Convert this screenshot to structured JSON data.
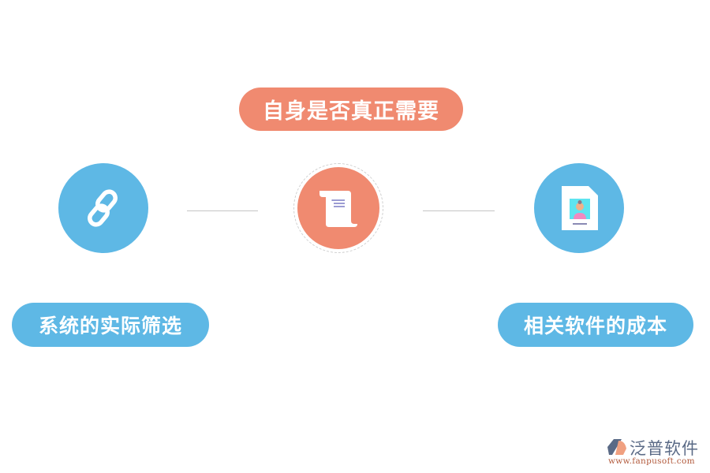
{
  "diagram": {
    "top_node": {
      "label": "自身是否真正需要",
      "color": "#f08a70",
      "icon": "scroll-document-icon"
    },
    "left_node": {
      "label": "系统的实际筛选",
      "color": "#5eb8e5",
      "icon": "chain-link-icon"
    },
    "right_node": {
      "label": "相关软件的成本",
      "color": "#5eb8e5",
      "icon": "profile-document-icon"
    },
    "connector_color": "#c4c4c4"
  },
  "logo": {
    "name": "泛普软件",
    "url": "www.fanpusoft.com"
  }
}
